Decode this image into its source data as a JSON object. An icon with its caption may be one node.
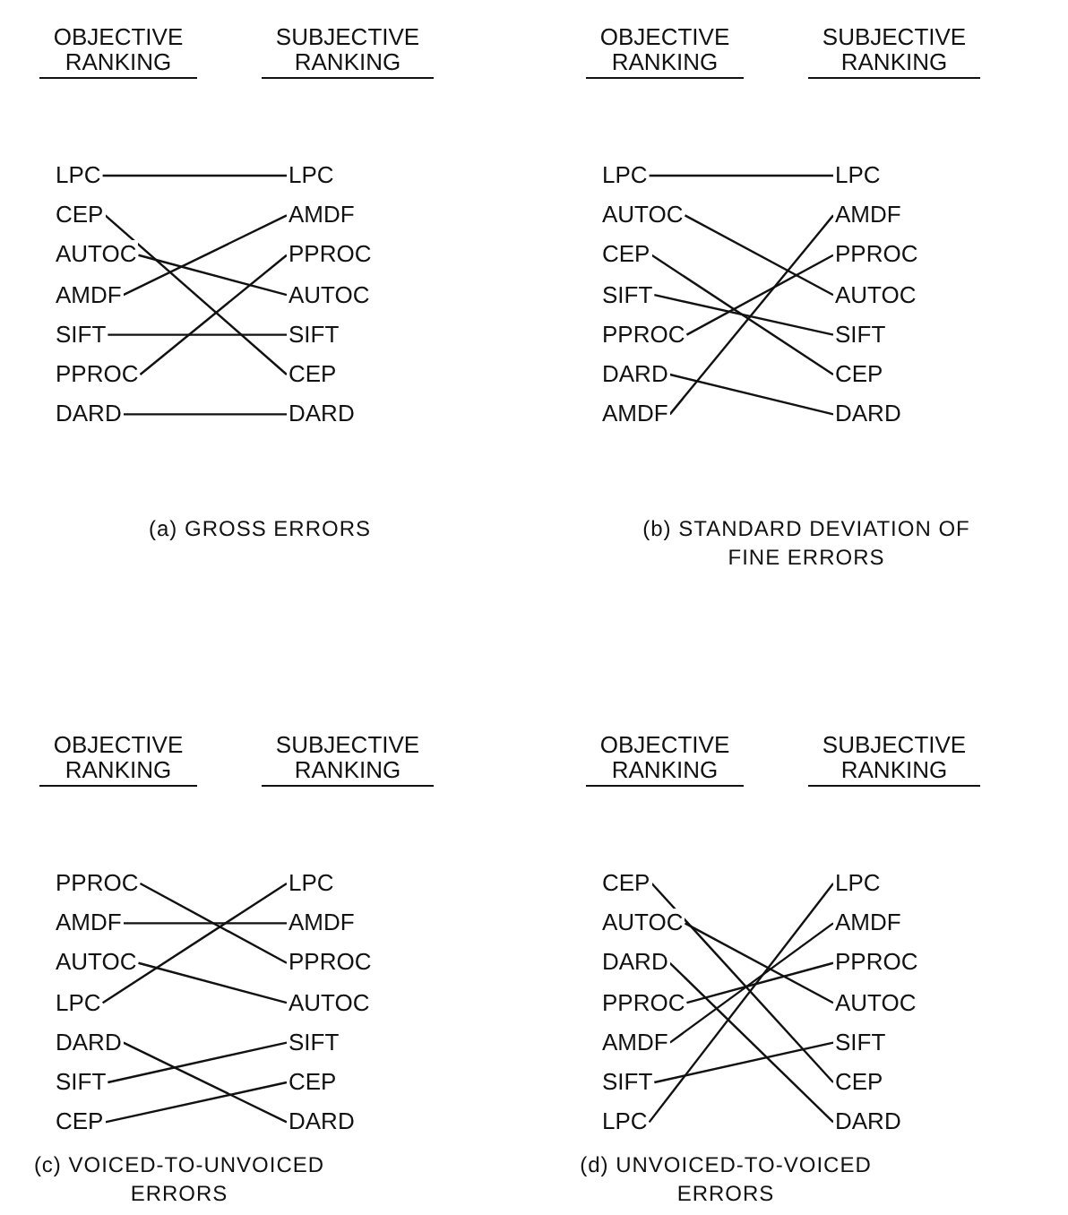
{
  "diagram": {
    "nodes": [
      {
        "text": [
          "LPC"
        ]
      },
      {
        "text": [
          "CEP"
        ]
      },
      {
        "text": [
          "AUTOC"
        ]
      },
      {
        "text": [
          "AMDF"
        ]
      },
      {
        "text": [
          "SIFT"
        ]
      },
      {
        "text": [
          "PPROC"
        ]
      },
      {
        "text": [
          "DARD"
        ]
      },
      {
        "text": [
          "LPC"
        ]
      },
      {
        "text": [
          "AMDF"
        ]
      },
      {
        "text": [
          "PPROC"
        ]
      },
      {
        "text": [
          "AUTOC"
        ]
      },
      {
        "text": [
          "SIFT"
        ]
      },
      {
        "text": [
          "CEP"
        ]
      },
      {
        "text": [
          "DARD"
        ]
      },
      {
        "text": [
          "LPC"
        ]
      },
      {
        "text": [
          "AUTOC"
        ]
      },
      {
        "text": [
          "CEP"
        ]
      },
      {
        "text": [
          "SIFT"
        ]
      },
      {
        "text": [
          "PPROC"
        ]
      },
      {
        "text": [
          "DARD"
        ]
      },
      {
        "text": [
          "AMDF"
        ]
      },
      {
        "text": [
          "LPC"
        ]
      },
      {
        "text": [
          "AMDF"
        ]
      },
      {
        "text": [
          "PPROC"
        ]
      },
      {
        "text": [
          "AUTOC"
        ]
      },
      {
        "text": [
          "SIFT"
        ]
      },
      {
        "text": [
          "CEP"
        ]
      },
      {
        "text": [
          "DARD"
        ]
      },
      {
        "text": [
          "PPROC"
        ]
      },
      {
        "text": [
          "AMDF"
        ]
      },
      {
        "text": [
          "AUTOC"
        ]
      },
      {
        "text": [
          "LPC"
        ]
      },
      {
        "text": [
          "DARD"
        ]
      },
      {
        "text": [
          "SIFT"
        ]
      },
      {
        "text": [
          "CEP"
        ]
      },
      {
        "text": [
          "LPC"
        ]
      },
      {
        "text": [
          "AMDF"
        ]
      },
      {
        "text": [
          "PPROC"
        ]
      },
      {
        "text": [
          "AUTOC"
        ]
      },
      {
        "text": [
          "SIFT"
        ]
      },
      {
        "text": [
          "CEP"
        ]
      },
      {
        "text": [
          "DARD"
        ]
      },
      {
        "text": [
          "CEP"
        ]
      },
      {
        "text": [
          "AUTOC"
        ]
      },
      {
        "text": [
          "DARD"
        ]
      },
      {
        "text": [
          "PPROC"
        ]
      },
      {
        "text": [
          "AMDF"
        ]
      },
      {
        "text": [
          "SIFT"
        ]
      },
      {
        "text": [
          "LPC"
        ]
      },
      {
        "text": [
          "LPC"
        ]
      },
      {
        "text": [
          "AMDF"
        ]
      },
      {
        "text": [
          "PPROC"
        ]
      },
      {
        "text": [
          "AUTOC"
        ]
      },
      {
        "text": [
          "SIFT"
        ]
      },
      {
        "text": [
          "CEP"
        ]
      },
      {
        "text": [
          "DARD"
        ]
      }
    ],
    "edges": [
      {
        "from": 0,
        "to": 7,
        "arrow": "none"
      },
      {
        "from": 1,
        "to": 12,
        "arrow": "none"
      },
      {
        "from": 2,
        "to": 10,
        "arrow": "none"
      },
      {
        "from": 3,
        "to": 8,
        "arrow": "none"
      },
      {
        "from": 4,
        "to": 11,
        "arrow": "none"
      },
      {
        "from": 5,
        "to": 9,
        "arrow": "none"
      },
      {
        "from": 6,
        "to": 13,
        "arrow": "none"
      },
      {
        "from": 14,
        "to": 21,
        "arrow": "none"
      },
      {
        "from": 15,
        "to": 24,
        "arrow": "none"
      },
      {
        "from": 16,
        "to": 26,
        "arrow": "none"
      },
      {
        "from": 17,
        "to": 25,
        "arrow": "none"
      },
      {
        "from": 18,
        "to": 23,
        "arrow": "none"
      },
      {
        "from": 19,
        "to": 27,
        "arrow": "none"
      },
      {
        "from": 20,
        "to": 22,
        "arrow": "none"
      },
      {
        "from": 28,
        "to": 37,
        "arrow": "none"
      },
      {
        "from": 29,
        "to": 36,
        "arrow": "none"
      },
      {
        "from": 30,
        "to": 38,
        "arrow": "none"
      },
      {
        "from": 31,
        "to": 35,
        "arrow": "none"
      },
      {
        "from": 32,
        "to": 41,
        "arrow": "none"
      },
      {
        "from": 33,
        "to": 39,
        "arrow": "none"
      },
      {
        "from": 34,
        "to": 40,
        "arrow": "none"
      },
      {
        "from": 42,
        "to": 54,
        "arrow": "none"
      },
      {
        "from": 43,
        "to": 52,
        "arrow": "none"
      },
      {
        "from": 44,
        "to": 55,
        "arrow": "none"
      },
      {
        "from": 45,
        "to": 51,
        "arrow": "none"
      },
      {
        "from": 46,
        "to": 50,
        "arrow": "none"
      },
      {
        "from": 47,
        "to": 53,
        "arrow": "none"
      },
      {
        "from": 48,
        "to": 49,
        "arrow": "none"
      }
    ],
    "labels": [
      "OBJECTIVE RANKING",
      "SUBJECTIVE RANKING",
      "(a) GROSS ERRORS",
      "OBJECTIVE RANKING",
      "SUBJECTIVE RANKING",
      "(b) STANDARD DEVIATION OF FINE ERRORS",
      "OBJECTIVE RANKING",
      "SUBJECTIVE RANKING",
      "(c) VOICED-TO-UNVOICED ERRORS",
      "OBJECTIVE RANKING",
      "SUBJECTIVE RANKING",
      "(d) UNVOICED-TO-VOICED ERRORS"
    ]
  }
}
